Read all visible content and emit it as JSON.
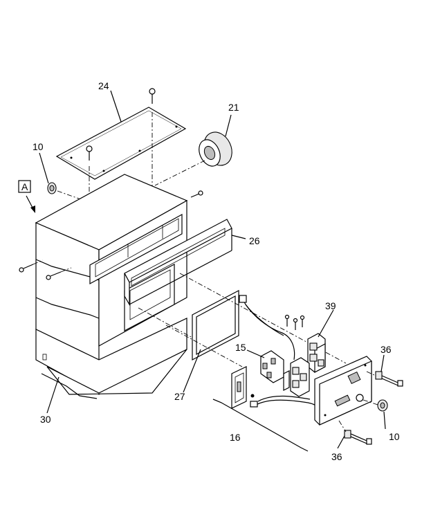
{
  "callouts": {
    "detail_letter": "A",
    "c24": "24",
    "c21": "21",
    "c10_top": "10",
    "c26": "26",
    "c39": "39",
    "c15": "15",
    "c36_right": "36",
    "c27": "27",
    "c30": "30",
    "c16": "16",
    "c10_bottom": "10",
    "c36_bottom": "36"
  }
}
